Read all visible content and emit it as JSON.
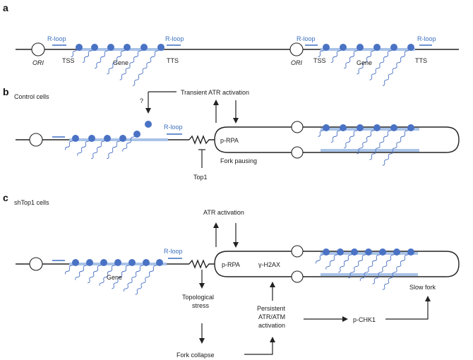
{
  "panels": {
    "a": {
      "letter": "a",
      "unit1": {
        "ori": "ORI",
        "tss": "TSS",
        "gene": "Gene",
        "tts": "TTS",
        "rloop_left": "R-loop",
        "rloop_right": "R-loop"
      },
      "unit2": {
        "ori": "ORI",
        "tss": "TSS",
        "gene": "Gene",
        "tts": "TTS",
        "rloop_left": "R-loop",
        "rloop_right": "R-loop"
      }
    },
    "b": {
      "letter": "b",
      "title": "Control cells",
      "question": "?",
      "rloop": "R-loop",
      "transient_atr": "Transient ATR activation",
      "p_rpa": "p-RPA",
      "fork_pausing": "Fork pausing",
      "top1": "Top1"
    },
    "c": {
      "letter": "c",
      "title": "shTop1 cells",
      "atr_activation": "ATR activation",
      "rloop": "R-loop",
      "p_rpa": "p-RPA",
      "gamma_h2ax": "γ-H2AX",
      "gene": "Gene",
      "topological_stress_1": "Topological",
      "topological_stress_2": "stress",
      "fork_collapse": "Fork collapse",
      "persistent_1": "Persistent",
      "persistent_2": "ATR/ATM",
      "persistent_3": "activation",
      "p_chk1": "p-CHK1",
      "slow_fork": "Slow fork"
    }
  },
  "colors": {
    "polymerase": "#4a72c4",
    "gene_bar": "#a9c3e8",
    "rloop": "#3b6fc0",
    "dna": "#222222"
  }
}
